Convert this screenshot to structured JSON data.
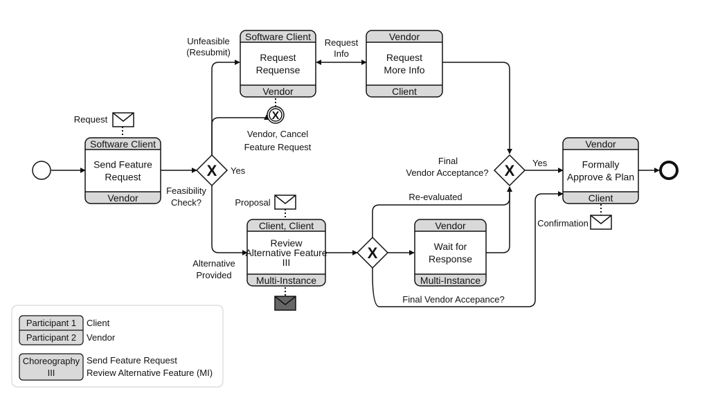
{
  "tasks": {
    "send": {
      "top": "Software Client",
      "lines": [
        "Send Feature",
        "Request"
      ],
      "bottom": "Vendor"
    },
    "requensе": {
      "top": "Software Client",
      "lines": [
        "Request",
        "Requense"
      ],
      "bottom": "Vendor"
    },
    "more_info": {
      "top": "Vendor",
      "lines": [
        "Request",
        "More Info"
      ],
      "bottom": "Client"
    },
    "review": {
      "top": "Client, Client",
      "lines": [
        "Review",
        "Alternative Feature",
        "III"
      ],
      "bottom": "Multi-Instance"
    },
    "wait": {
      "top": "Vendor",
      "lines": [
        "Wait for",
        "Response"
      ],
      "bottom": "Multi-Instance"
    },
    "approve": {
      "top": "Vendor",
      "lines": [
        "Formally",
        "Approve & Plan"
      ],
      "bottom": "Client"
    }
  },
  "labels": {
    "request_msg": "Request",
    "unfeasible": [
      "Unfeasible",
      "(Resubmit)"
    ],
    "request_info": [
      "Request",
      "Info"
    ],
    "cancel": [
      "Vendor, Cancel",
      "Feature Request"
    ],
    "yes1": "Yes",
    "feasibility": [
      "Feasibility",
      "Check?"
    ],
    "proposal": "Proposal",
    "alternative": [
      "Alternative",
      "Provided"
    ],
    "final_acceptance": [
      "Final",
      "Vendor Acceptance?"
    ],
    "yes2": "Yes",
    "reevaluated": "Re-evaluated",
    "confirmation": "Confirmation",
    "final_vendor_acceptance": "Final Vendor Accepance?"
  },
  "gateway_symbol": "X",
  "legend": {
    "participant1": "Participant 1",
    "participant2": "Participant 2",
    "client": "Client",
    "vendor": "Vendor",
    "choreo_top": "Choreography",
    "choreo_bottom": "III",
    "send": "Send Feature Request",
    "review": "Review Alternative Feature (MI)"
  },
  "colors": {
    "band": "#d9d9d9",
    "line": "#111111",
    "dark_envelope": "#666666"
  }
}
